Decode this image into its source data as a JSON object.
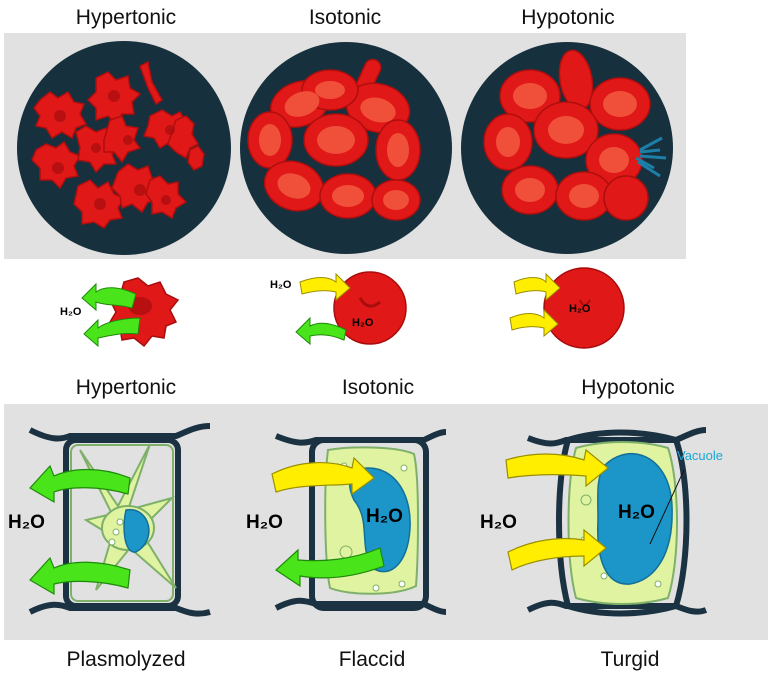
{
  "rbc_headers": [
    "Hypertonic",
    "Isotonic",
    "Hypotonic"
  ],
  "plant_headers": [
    "Hypertonic",
    "Isotonic",
    "Hypotonic"
  ],
  "plant_states": [
    "Plasmolyzed",
    "Flaccid",
    "Turgid"
  ],
  "water_label": "H₂O",
  "vacuole_label": "Vacuole",
  "colors": {
    "panel_bg": "#e1e1e1",
    "dish": "#17303d",
    "rbc": "#e01818",
    "rbc_dark": "#a80d0d",
    "arrow_out": "#49e41a",
    "arrow_in": "#ffee00",
    "cytoplasm": "#dff3a0",
    "vacuole": "#1c95c8",
    "cell_wall": "#1b3242"
  }
}
